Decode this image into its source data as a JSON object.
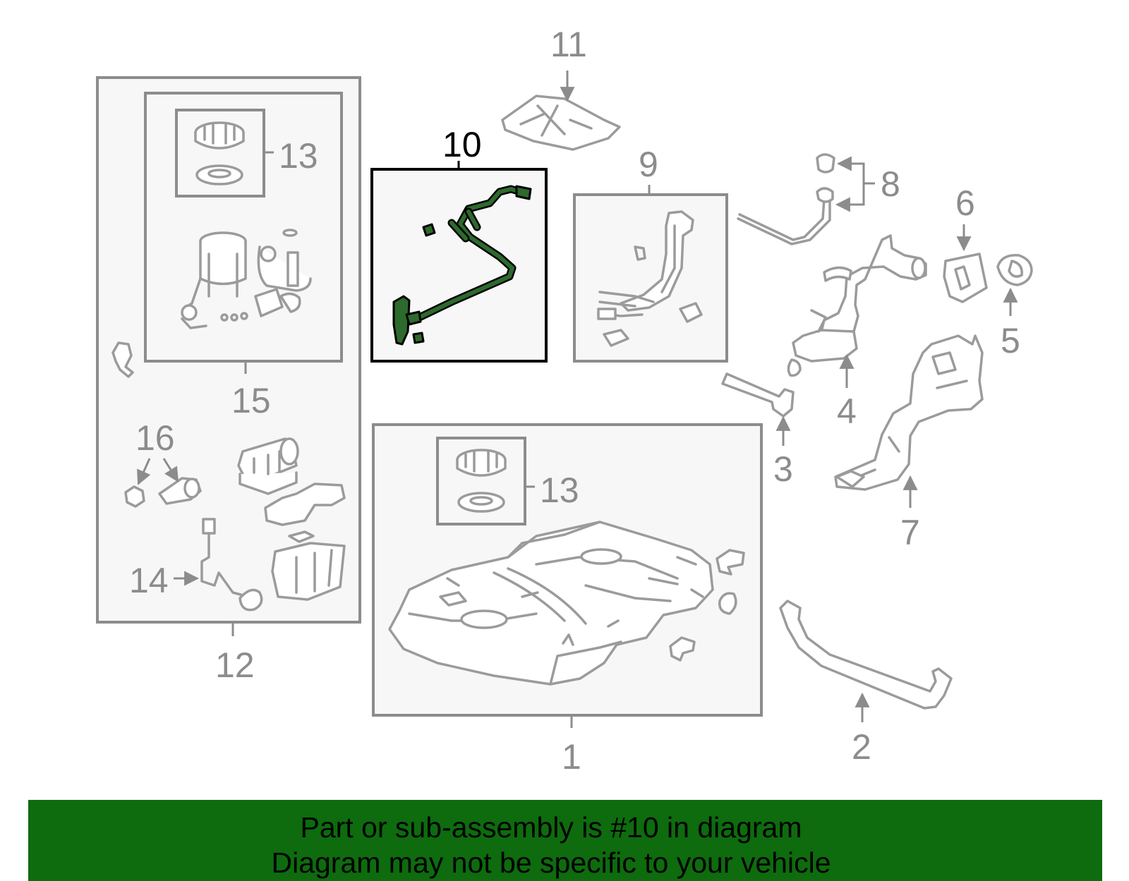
{
  "callouts": {
    "c1": "1",
    "c2": "2",
    "c3": "3",
    "c4": "4",
    "c5": "5",
    "c6": "6",
    "c7": "7",
    "c8": "8",
    "c9": "9",
    "c10": "10",
    "c11": "11",
    "c12": "12",
    "c13a": "13",
    "c13b": "13",
    "c14": "14",
    "c15": "15",
    "c16": "16"
  },
  "highlighted_part": "10",
  "colors": {
    "banner": "#0e6b0e",
    "highlight_part": "#2d6a2d",
    "linework": "#9b9b9b"
  },
  "banner": {
    "line1": "Part or sub-assembly is #10 in diagram",
    "line2": "Diagram may not be specific to your vehicle"
  }
}
